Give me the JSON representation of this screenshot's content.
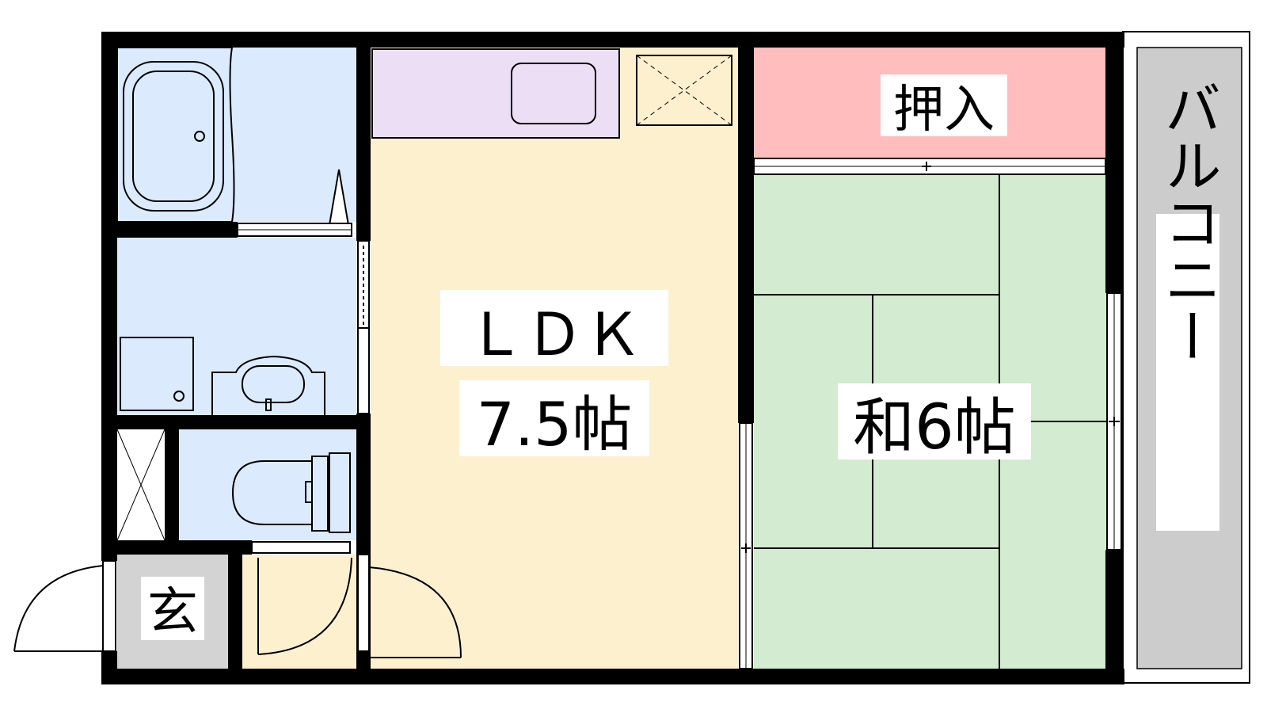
{
  "floorplan": {
    "rooms": {
      "ldk": {
        "name": "ＬＤＫ",
        "size": "7.5帖"
      },
      "washitsu": {
        "name": "和6帖"
      },
      "closet": {
        "name": "押入"
      },
      "entrance": {
        "name": "玄"
      },
      "balcony": {
        "name": "バルコニー"
      }
    },
    "colors": {
      "ldk": "#fdf0cf",
      "washitsu": "#d3ebd0",
      "closet": "#ffbdbd",
      "wet_area": "#dbeafd",
      "kitchen_counter": "#ecdff5",
      "entrance": "#d3d3d3",
      "balcony": "#cccccc",
      "wall": "#000000"
    }
  }
}
